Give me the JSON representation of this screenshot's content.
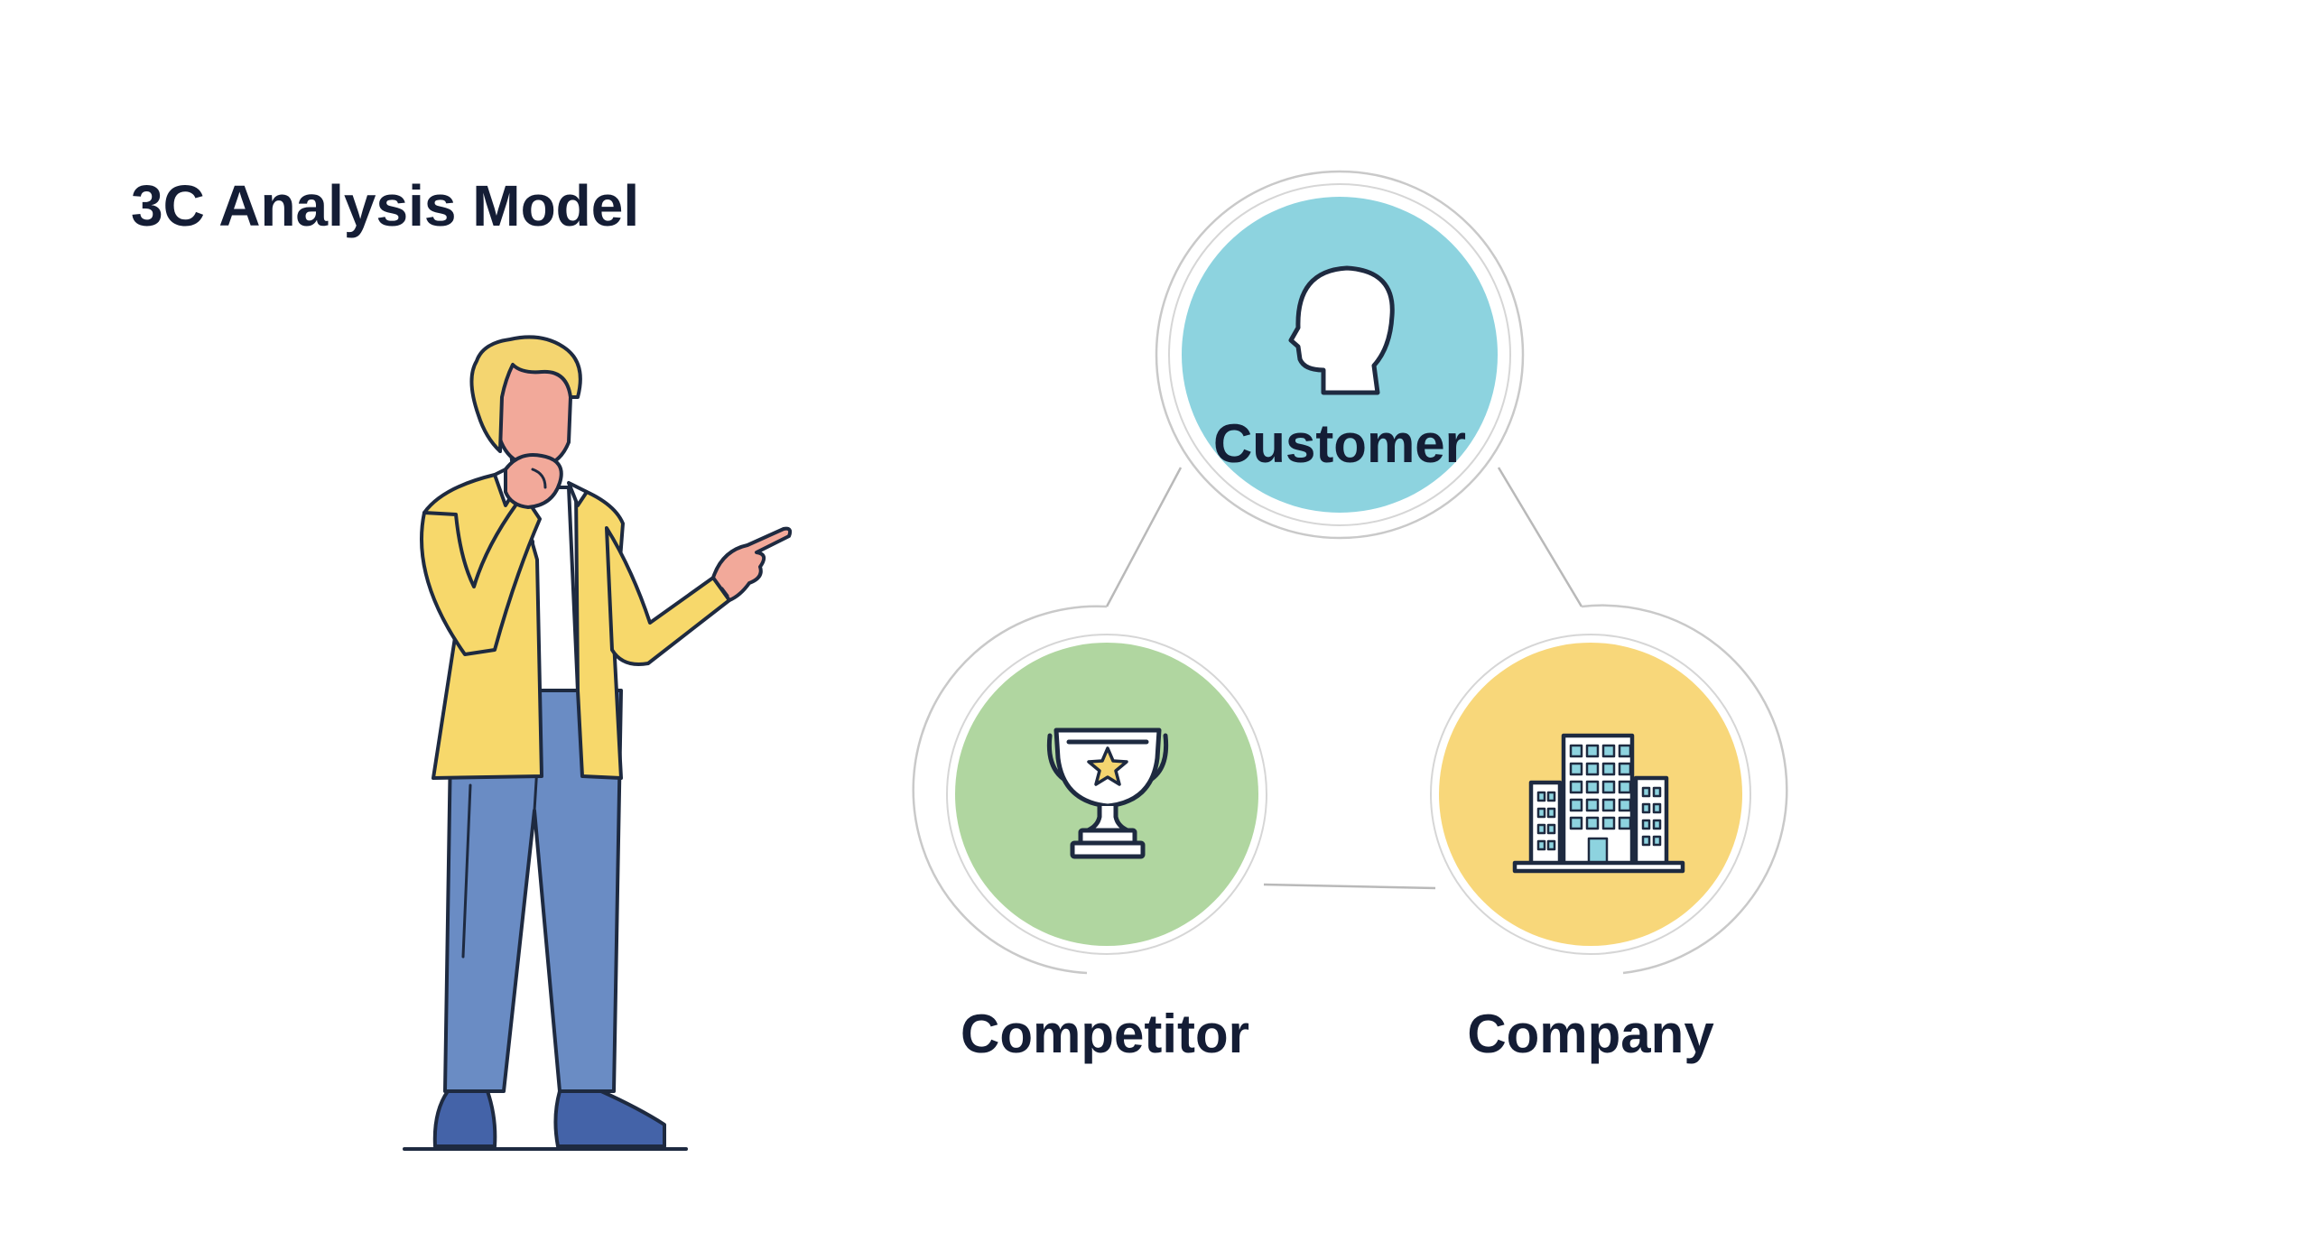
{
  "title": "3C Analysis Model",
  "nodes": [
    {
      "id": "customer",
      "label": "Customer",
      "icon": "head-silhouette-icon",
      "color": "#8dd3df"
    },
    {
      "id": "competitor",
      "label": "Competitor",
      "icon": "trophy-icon",
      "color": "#b0d6a0"
    },
    {
      "id": "company",
      "label": "Company",
      "icon": "office-building-icon",
      "color": "#f8d77a"
    }
  ],
  "colors": {
    "text": "#141d35",
    "outline": "#1e2a40",
    "ring": "#c9c9c9",
    "jacket": "#f7d86b",
    "trousers": "#6a8cc4",
    "hair": "#f4d570",
    "skin": "#f2a99a",
    "shoes": "#4463a8",
    "star": "#f4d570"
  }
}
